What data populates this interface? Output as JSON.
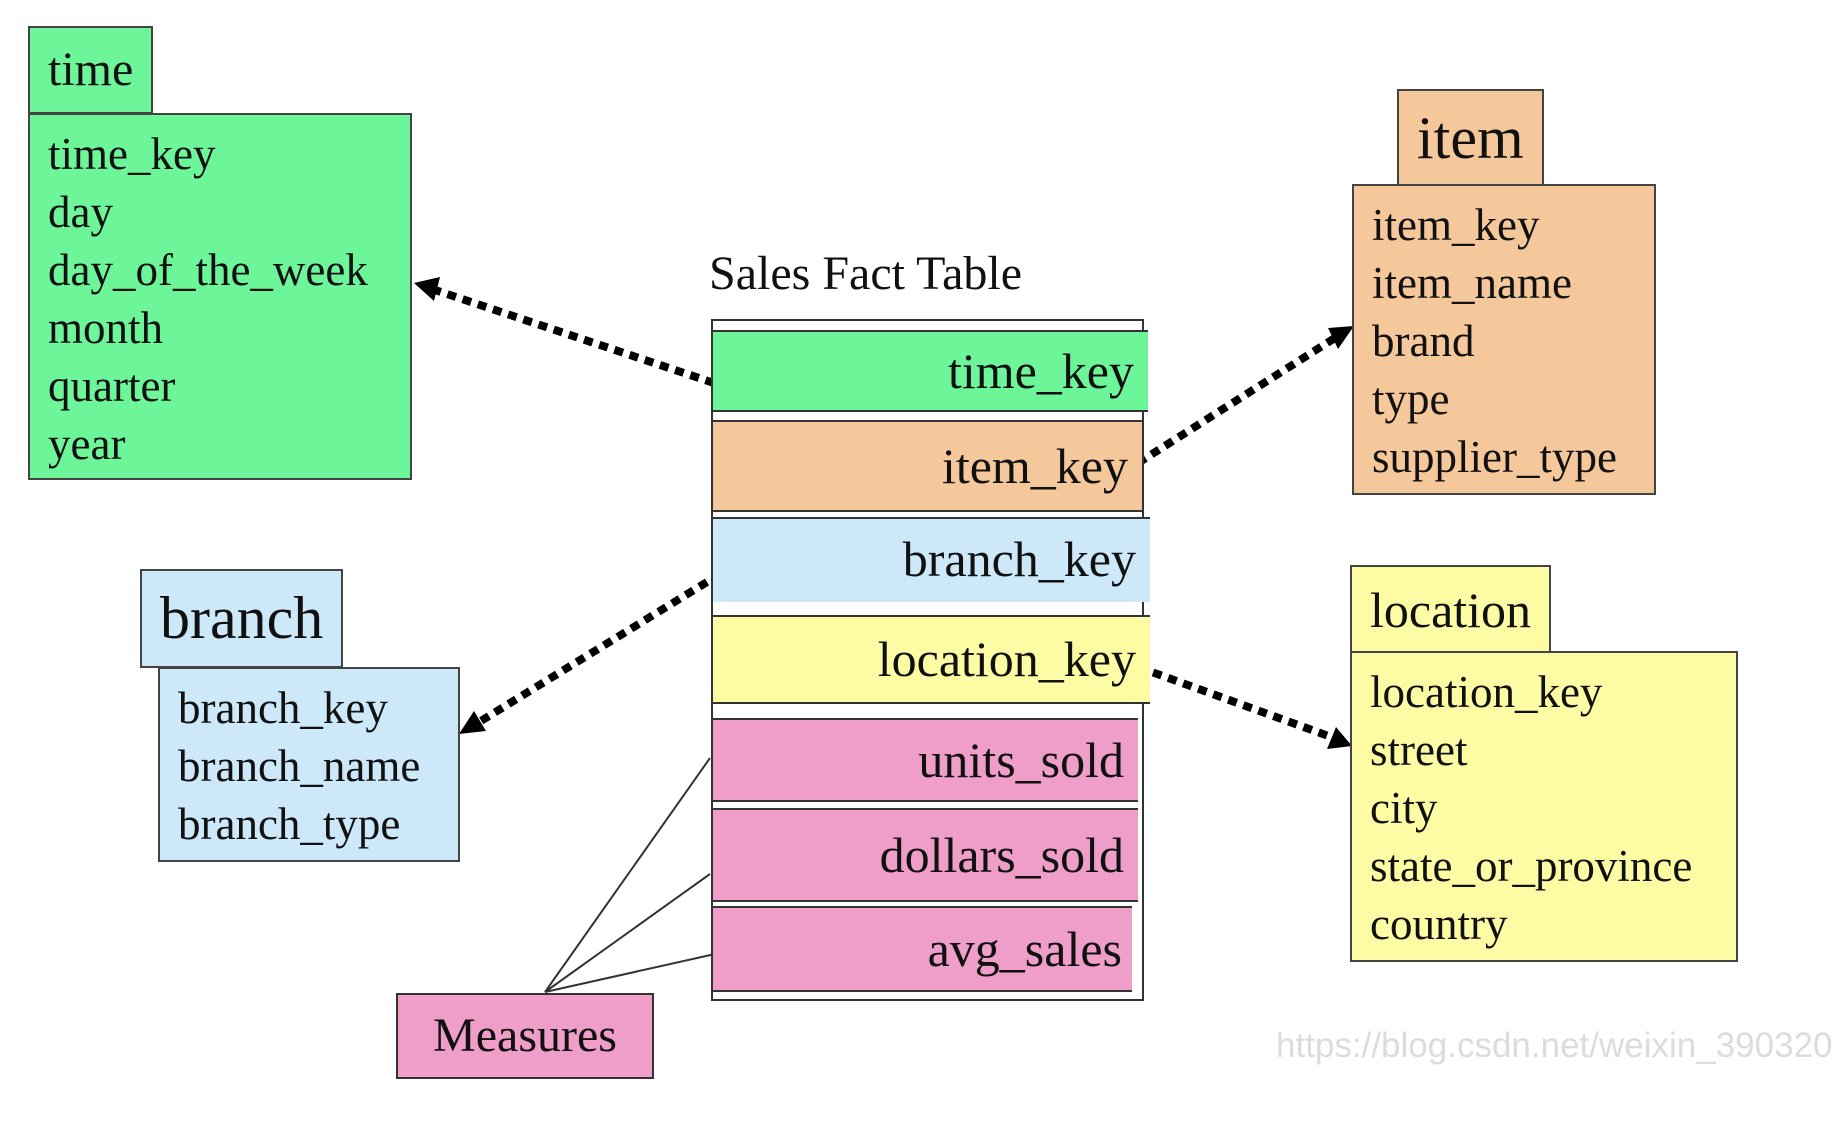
{
  "colors": {
    "time": "#6df59a",
    "item": "#f5c89c",
    "branch": "#cde8f8",
    "location": "#fdfba4",
    "measures": "#ee9ec8",
    "arrow": "#000000"
  },
  "fact_table": {
    "title": "Sales Fact Table",
    "rows": [
      {
        "label": "time_key",
        "color": "#6df59a"
      },
      {
        "label": "item_key",
        "color": "#f5c89c"
      },
      {
        "label": "branch_key",
        "color": "#cde8f8"
      },
      {
        "label": "location_key",
        "color": "#fdfba4"
      },
      {
        "label": "units_sold",
        "color": "#ee9ec8"
      },
      {
        "label": "dollars_sold",
        "color": "#ee9ec8"
      },
      {
        "label": "avg_sales",
        "color": "#ee9ec8"
      }
    ]
  },
  "dimensions": {
    "time": {
      "title": "time",
      "attributes": [
        "time_key",
        "day",
        "day_of_the_week",
        "month",
        "quarter",
        "year"
      ]
    },
    "item": {
      "title": "item",
      "attributes": [
        "item_key",
        "item_name",
        "brand",
        "type",
        "supplier_type"
      ]
    },
    "branch": {
      "title": "branch",
      "attributes": [
        "branch_key",
        "branch_name",
        "branch_type"
      ]
    },
    "location": {
      "title": "location",
      "attributes": [
        "location_key",
        "street",
        "city",
        "state_or_province",
        "country"
      ]
    }
  },
  "measures_label": "Measures",
  "watermark": "https://blog.csdn.net/weixin_390320"
}
